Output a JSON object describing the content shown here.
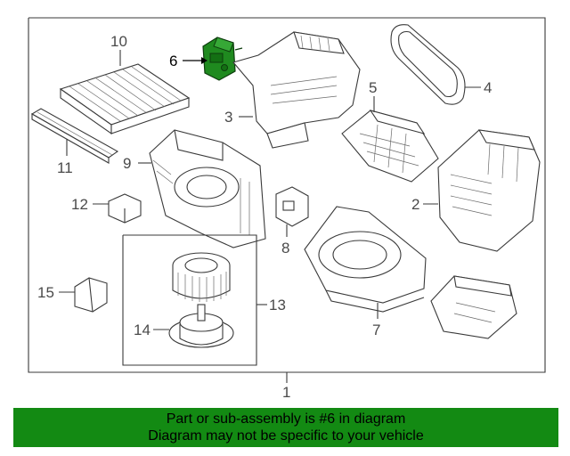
{
  "diagram": {
    "callouts": {
      "c1": "1",
      "c2": "2",
      "c3": "3",
      "c4": "4",
      "c5": "5",
      "c6": "6",
      "c7": "7",
      "c8": "8",
      "c9": "9",
      "c10": "10",
      "c11": "11",
      "c12": "12",
      "c13": "13",
      "c14": "14",
      "c15": "15"
    },
    "highlighted_part": "6",
    "highlight_color": "#1f8a1f"
  },
  "banner": {
    "line1": "Part or sub-assembly is #6 in diagram",
    "line2": "Diagram may not be specific to your vehicle",
    "background": "#138a13"
  }
}
